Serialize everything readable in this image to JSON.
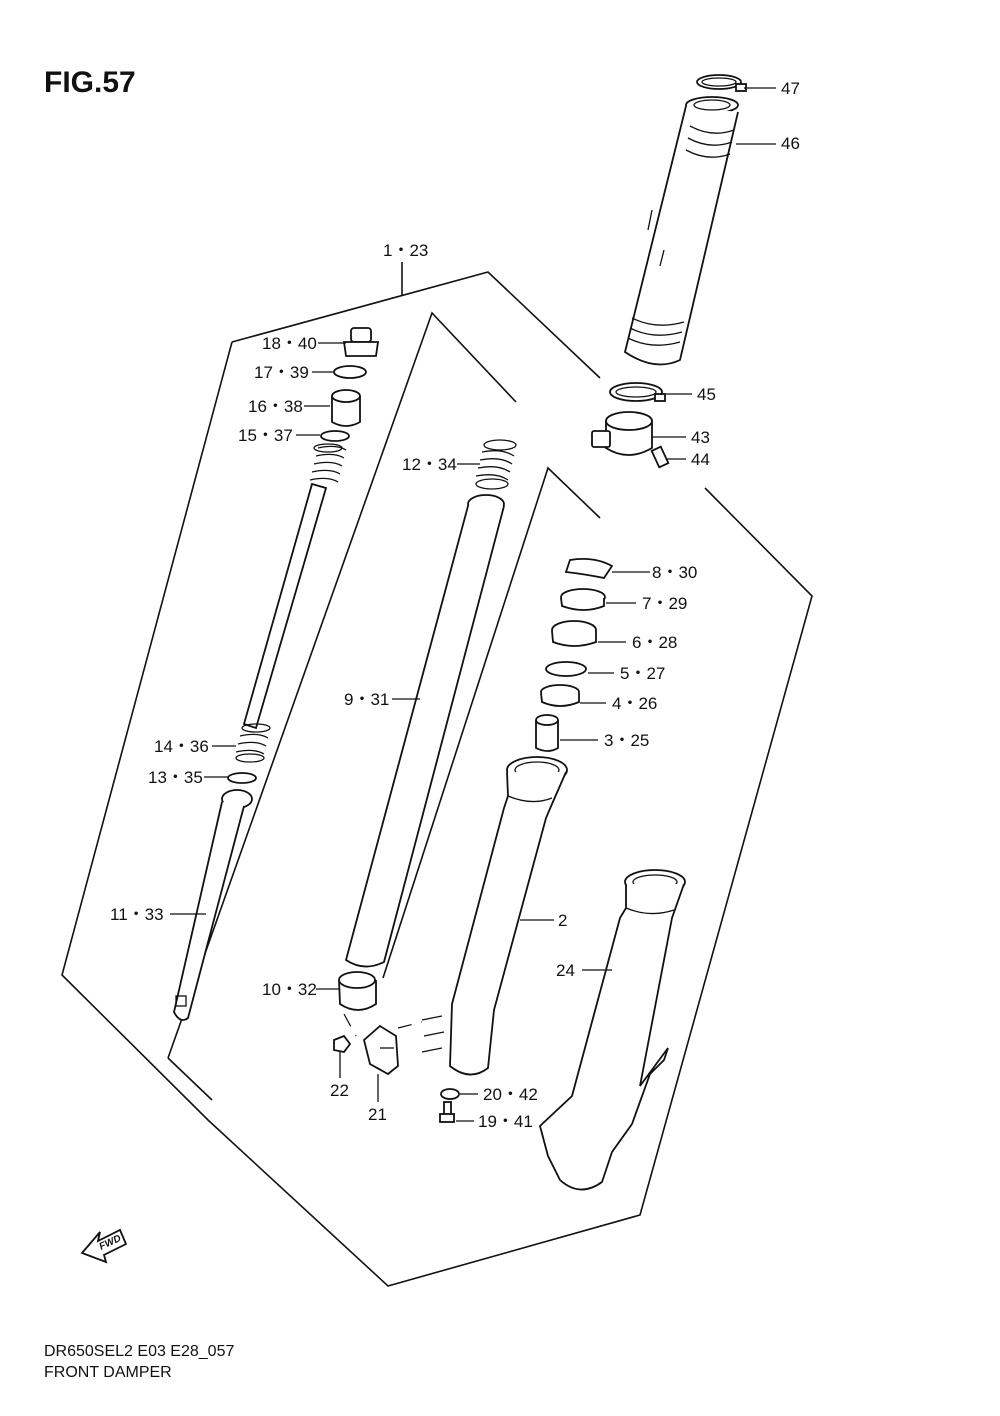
{
  "figure": {
    "title": "FIG.57"
  },
  "footer": {
    "model_code": "DR650SEL2 E03 E28_057",
    "section_name": "FRONT DAMPER"
  },
  "fwd_arrow": {
    "label": "FWD",
    "icon": "forward-arrow-icon"
  },
  "callouts": {
    "c1_23": "1・23",
    "c2": "2",
    "c3_25": "3・25",
    "c4_26": "4・26",
    "c5_27": "5・27",
    "c6_28": "6・28",
    "c7_29": "7・29",
    "c8_30": "8・30",
    "c9_31": "9・31",
    "c10_32": "10・32",
    "c11_33": "11・33",
    "c12_34": "12・34",
    "c13_35": "13・35",
    "c14_36": "14・36",
    "c15_37": "15・37",
    "c16_38": "16・38",
    "c17_39": "17・39",
    "c18_40": "18・40",
    "c19_41": "19・41",
    "c20_42": "20・42",
    "c21": "21",
    "c22": "22",
    "c24": "24",
    "c43": "43",
    "c44": "44",
    "c45": "45",
    "c46": "46",
    "c47": "47"
  }
}
